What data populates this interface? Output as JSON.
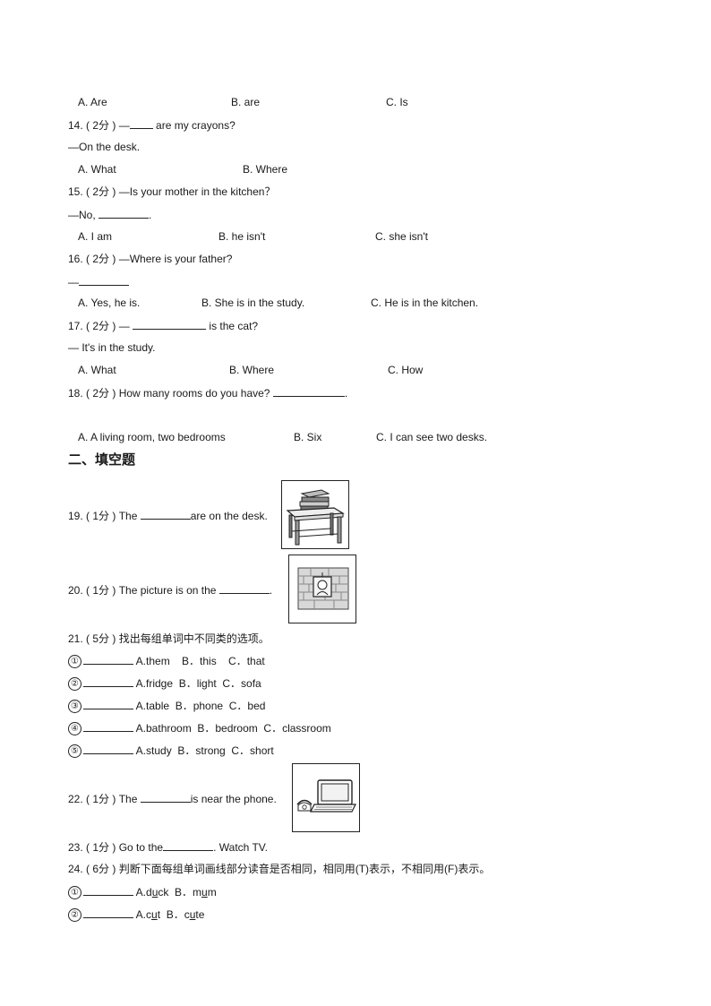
{
  "q13": {
    "a": "A. Are",
    "b": "B. are",
    "c": "C. Is"
  },
  "q14": {
    "num": "14.",
    "score": "( 2分 )",
    "pre": "—",
    "post": " are my crayons?",
    "answer": "—On the desk.",
    "a": "A. What",
    "b": "B. Where"
  },
  "q15": {
    "num": "15.",
    "score": "( 2分 )",
    "stem": "—Is your mother in the kitchen？",
    "answer_pre": "—No, ",
    "answer_post": ".",
    "a": "A. I am",
    "b": "B. he isn't",
    "c": "C. she isn't"
  },
  "q16": {
    "num": "16.",
    "score": "( 2分 )",
    "stem": "—Where is your father?",
    "answer_pre": "—",
    "a": "A. Yes, he is.",
    "b": "B. She is in the study.",
    "c": "C. He is in the kitchen."
  },
  "q17": {
    "num": "17.",
    "score": "( 2分 )",
    "pre": "— ",
    "post": " is the cat?",
    "answer": "— It's in the study.",
    "a": "A. What",
    "b": "B. Where",
    "c": "C. How"
  },
  "q18": {
    "num": "18.",
    "score": "( 2分 )",
    "stem": "How many rooms do you have? ",
    "post": ".",
    "a": "A. A living room, two bedrooms",
    "b": "B. Six",
    "c": "C. I can see two desks."
  },
  "section2": {
    "title": "二、填空题"
  },
  "q19": {
    "num": "19.",
    "score": "( 1分 )",
    "pre": "The ",
    "post": "are on the desk.",
    "icon": "books-on-desk-icon"
  },
  "q20": {
    "num": "20.",
    "score": "( 1分 )",
    "pre": "The picture is on the ",
    "post": ".",
    "icon": "picture-on-wall-icon"
  },
  "q21": {
    "num": "21.",
    "score": "( 5分 )",
    "stem": "找出每组单词中不同类的选项。",
    "items": [
      {
        "mark": "①",
        "text": " A.them    B．this    C．that"
      },
      {
        "mark": "②",
        "text": " A.fridge  B．light  C．sofa"
      },
      {
        "mark": "③",
        "text": " A.table  B．phone  C．bed"
      },
      {
        "mark": "④",
        "text": " A.bathroom  B．bedroom  C．classroom"
      },
      {
        "mark": "⑤",
        "text": " A.study  B．strong  C．short"
      }
    ]
  },
  "q22": {
    "num": "22.",
    "score": "( 1分 )",
    "pre": "The ",
    "post": "is near the phone.",
    "icon": "phone-and-laptop-icon"
  },
  "q23": {
    "num": "23.",
    "score": "( 1分 )",
    "pre": "Go to the",
    "post": ". Watch TV."
  },
  "q24": {
    "num": "24.",
    "score": "( 6分 )",
    "stem": "判断下面每组单词画线部分读音是否相同，相同用(T)表示，不相同用(F)表示。",
    "items": [
      {
        "mark": "①",
        "a1": " A.d",
        "a2": "u",
        "a3": "ck  B．m",
        "a4": "u",
        "a5": "m"
      },
      {
        "mark": "②",
        "a1": " A.c",
        "a2": "u",
        "a3": "t  B．c",
        "a4": "u",
        "a5": "te"
      }
    ]
  }
}
